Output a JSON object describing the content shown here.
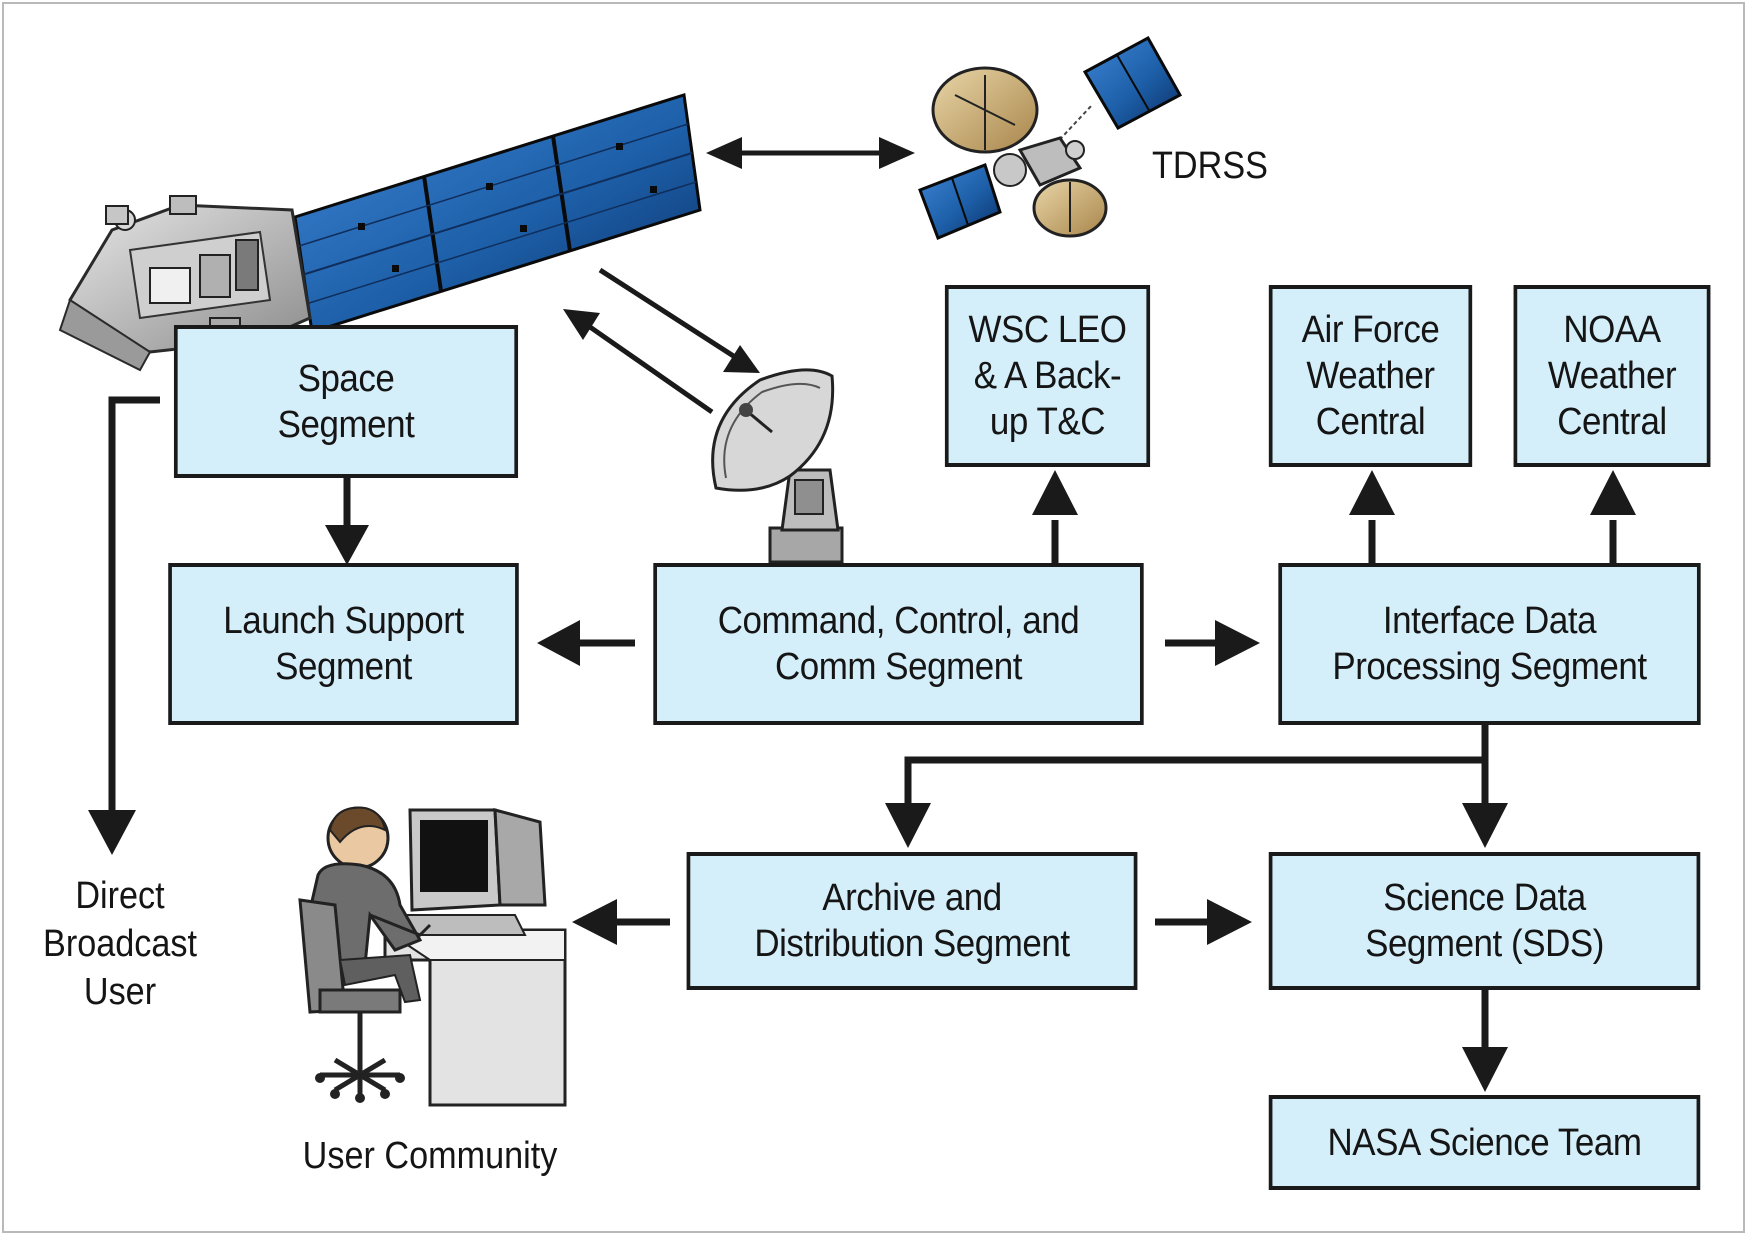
{
  "nodes": {
    "space_segment": "Space\nSegment",
    "launch_support": "Launch Support\nSegment",
    "command_control": "Command, Control, and\nComm Segment",
    "wsc_leo": "WSC LEO\n& A Back-\nup T&C",
    "air_force": "Air Force\nWeather\nCentral",
    "noaa": "NOAA\nWeather\nCentral",
    "interface_data": "Interface Data\nProcessing Segment",
    "archive": "Archive and\nDistribution Segment",
    "science_data": "Science Data\nSegment (SDS)",
    "nasa_team": "NASA Science Team"
  },
  "labels": {
    "tdrss": "TDRSS",
    "direct_broadcast": "Direct\nBroadcast\nUser",
    "user_community": "User Community"
  },
  "colors": {
    "box_fill": "#d5effa",
    "box_border": "#1a1a1a",
    "arrow": "#1a1a1a",
    "solar_panel": "#1d5fa8"
  },
  "icons": [
    "satellite-icon",
    "tdrss-satellite-icon",
    "ground-antenna-icon",
    "user-at-computer-icon"
  ]
}
